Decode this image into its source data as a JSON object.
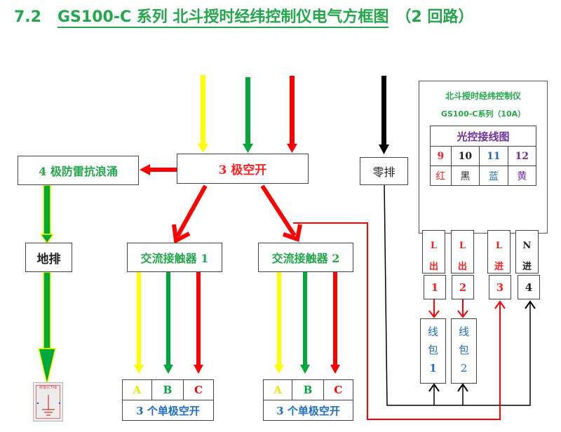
{
  "title": {
    "section": "7.2",
    "main": "GS100-C 系列 北斗授时经纬控制仪电气方框图",
    "suffix": "（2 回路）"
  },
  "colors": {
    "phase_a": "#ffff00",
    "phase_b": "#00a83c",
    "phase_c": "#ff0000",
    "neutral": "#000000",
    "title_green": "#22a84a",
    "label_blue": "#1f6fc2",
    "label_purple": "#7030a0"
  },
  "blocks": {
    "breaker_3pole": "3 极空开",
    "surge_protector": "4 极防雷抗浪涌",
    "ground_bar": "地排",
    "neutral_bar": "零排",
    "contactor_1": "交流接触器 1",
    "contactor_2": "交流接触器 2",
    "ground_sign_text": "防雷引下线"
  },
  "breaker_groups": [
    {
      "phases": [
        "A",
        "B",
        "C"
      ],
      "label": "3 个单极空开"
    },
    {
      "phases": [
        "A",
        "B",
        "C"
      ],
      "label": "3 个单极空开"
    }
  ],
  "controller": {
    "name": "北斗授时经纬控制仪",
    "model": "GS100-C系列（10A）",
    "light_table": {
      "header": "光控接线图",
      "numbers": [
        "9",
        "10",
        "11",
        "12"
      ],
      "colors": [
        "红",
        "黑",
        "蓝",
        "黄"
      ]
    },
    "terminals": [
      {
        "line1": "L",
        "line2": "出",
        "number": "1"
      },
      {
        "line1": "L",
        "line2": "出",
        "number": "2"
      },
      {
        "line1": "L",
        "line2": "进",
        "number": "3"
      },
      {
        "line1": "N",
        "line2": "进",
        "number": "4"
      }
    ]
  },
  "coils": [
    {
      "l1": "线",
      "l2": "包",
      "n": "1"
    },
    {
      "l1": "线",
      "l2": "包",
      "n": "2"
    }
  ]
}
